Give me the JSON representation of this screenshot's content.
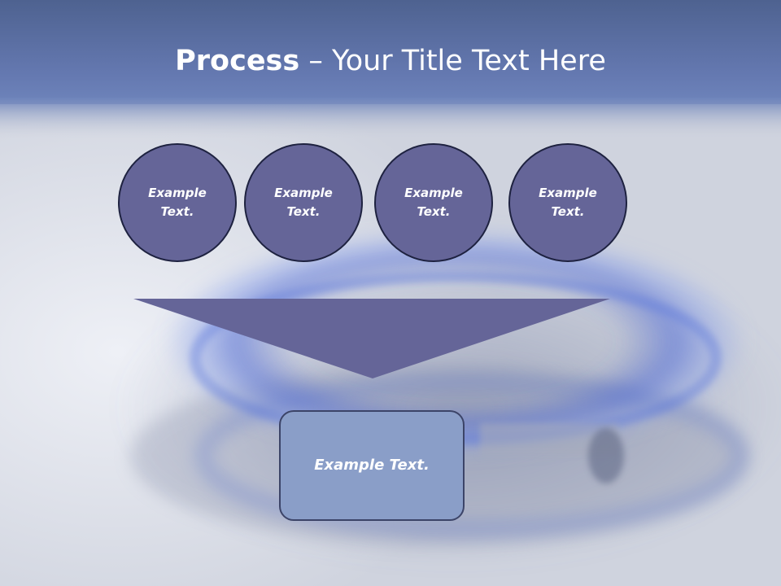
{
  "title": {
    "bold": "Process",
    "rest": " – Your Title Text Here"
  },
  "circles": [
    {
      "text": "Example Text."
    },
    {
      "text": "Example Text."
    },
    {
      "text": "Example Text."
    },
    {
      "text": "Example Text."
    }
  ],
  "result": {
    "text": "Example Text."
  },
  "colors": {
    "header_band": "#5a74aa",
    "circle_fill": "#656598",
    "funnel_fill": "#656598",
    "result_fill": "#8a9ec8",
    "text": "#ffffff"
  }
}
